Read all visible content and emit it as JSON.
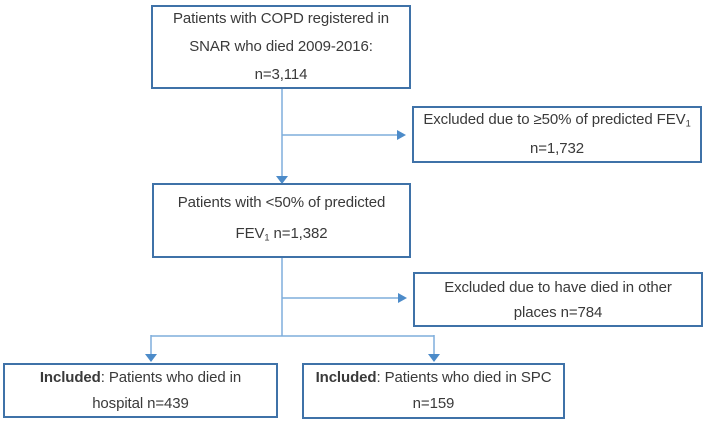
{
  "colors": {
    "box_border": "#3F72A8",
    "arrow_line": "#7FAEDC",
    "arrow_head": "#4C8BC9",
    "text_color": "#3A3A3A"
  },
  "boxes": {
    "total": {
      "line1": "Patients with COPD registered in",
      "line2": "SNAR who died 2009-2016:",
      "line3": "n=3,114"
    },
    "excluded_fev": {
      "line1_main": "Excluded due to ≥50% of predicted FEV",
      "line1_sub": "1",
      "line2": "n=1,732"
    },
    "under50": {
      "line1": "Patients with <50% of predicted",
      "line2_pre": "FEV",
      "line2_sub": "1",
      "line2_post": " n=1,382"
    },
    "excluded_place": {
      "line1": "Excluded due to have died in other",
      "line2": "places n=784"
    },
    "included_hospital": {
      "line1_bold": "Included",
      "line1_rest": ": Patients who died in",
      "line2": "hospital n=439"
    },
    "included_spc": {
      "line1_bold": "Included",
      "line1_rest": ": Patients who died in SPC",
      "line2": "n=159"
    }
  }
}
